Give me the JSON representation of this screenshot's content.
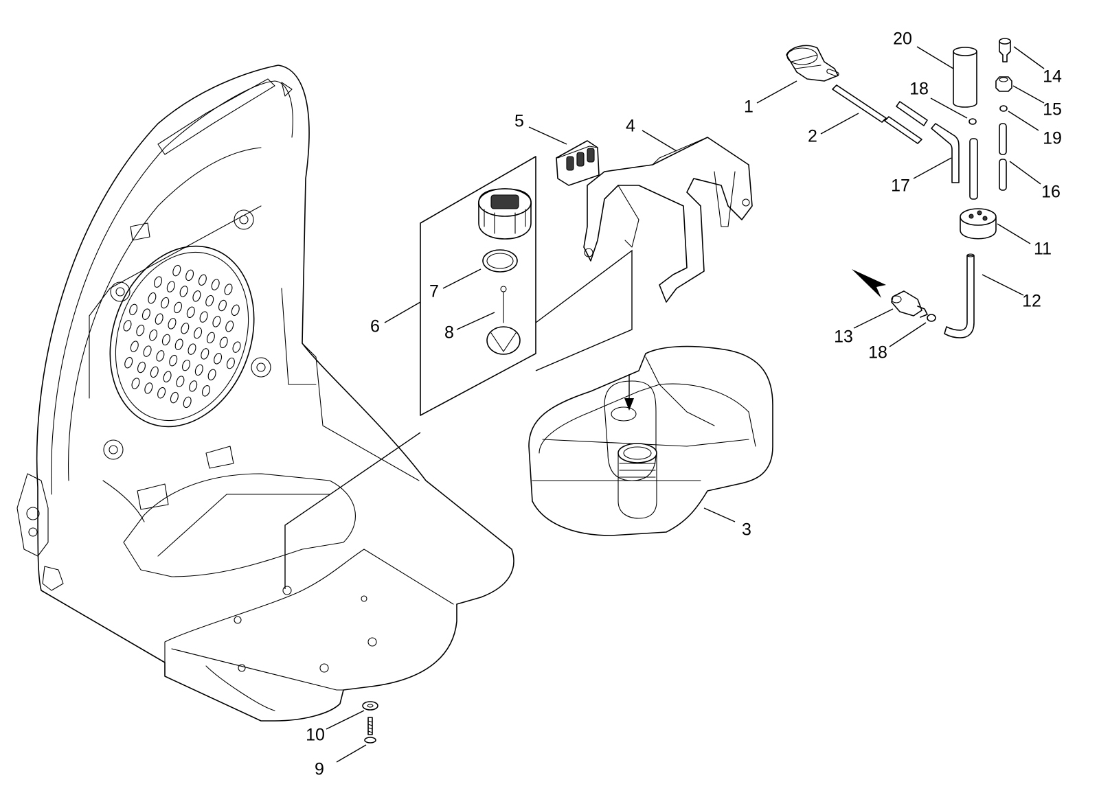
{
  "callouts": [
    {
      "id": "c1",
      "text": "1"
    },
    {
      "id": "c2",
      "text": "2"
    },
    {
      "id": "c3",
      "text": "3"
    },
    {
      "id": "c4",
      "text": "4"
    },
    {
      "id": "c5",
      "text": "5"
    },
    {
      "id": "c6",
      "text": "6"
    },
    {
      "id": "c7",
      "text": "7"
    },
    {
      "id": "c8",
      "text": "8"
    },
    {
      "id": "c9",
      "text": "9"
    },
    {
      "id": "c10",
      "text": "10"
    },
    {
      "id": "c11",
      "text": "11"
    },
    {
      "id": "c12",
      "text": "12"
    },
    {
      "id": "c13",
      "text": "13"
    },
    {
      "id": "c14",
      "text": "14"
    },
    {
      "id": "c15",
      "text": "15"
    },
    {
      "id": "c16",
      "text": "16"
    },
    {
      "id": "c17",
      "text": "17"
    },
    {
      "id": "c18a",
      "text": "18"
    },
    {
      "id": "c18b",
      "text": "18"
    },
    {
      "id": "c19",
      "text": "19"
    },
    {
      "id": "c20",
      "text": "20"
    }
  ],
  "colors": {
    "line": "#000000",
    "background": "#ffffff"
  }
}
